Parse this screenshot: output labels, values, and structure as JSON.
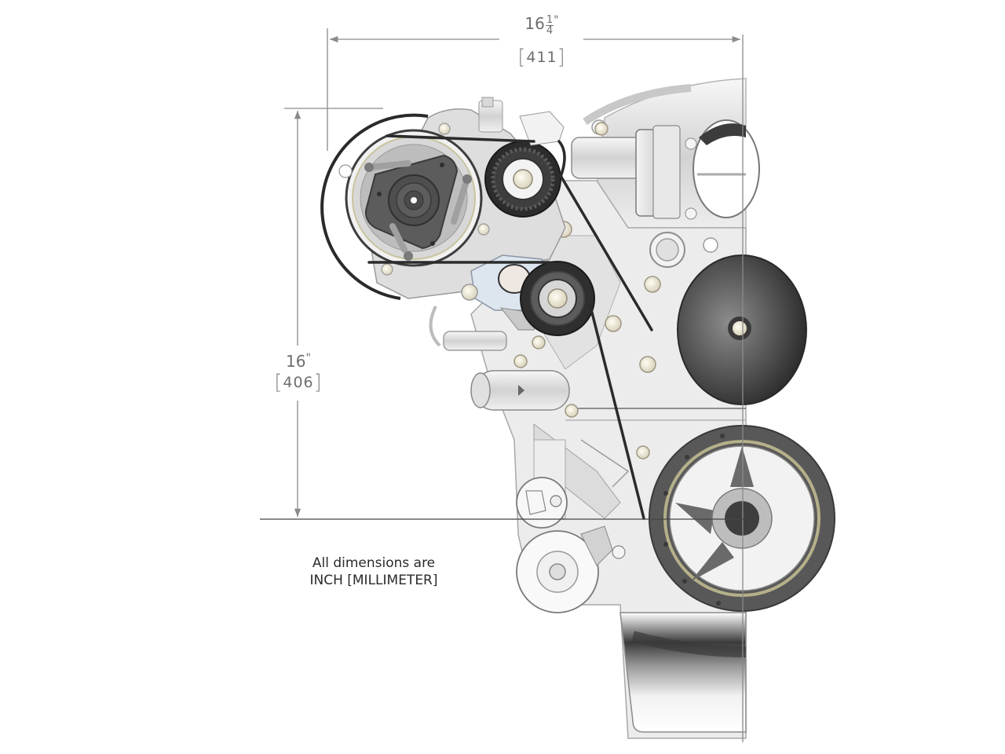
{
  "drawing": {
    "subject": "Engine front accessory drive",
    "width_dimension": {
      "whole": "16",
      "fraction_numerator": "1",
      "fraction_denominator": "4",
      "unit_mark": "\"",
      "metric": "411"
    },
    "height_dimension": {
      "value": "16",
      "unit_mark": "\"",
      "metric": "406"
    },
    "note": {
      "line1": "All dimensions are",
      "line2": "INCH [MILLIMETER]"
    },
    "components": [
      "ac-compressor-pulley",
      "idler-pulley-upper",
      "tensioner-pulley-lower",
      "throttle-body",
      "water-pump-pulley",
      "crank-balancer",
      "starter-motor",
      "oil-pan",
      "serpentine-belt"
    ],
    "colors": {
      "dimension_line": "#8a8a8a",
      "dimension_text": "#6e6e6e",
      "belt": "#2b2b2b",
      "casting": "#e4e4e4",
      "dark_pulley": "#4a4a4a",
      "bolt": "#f1ecd8"
    }
  }
}
